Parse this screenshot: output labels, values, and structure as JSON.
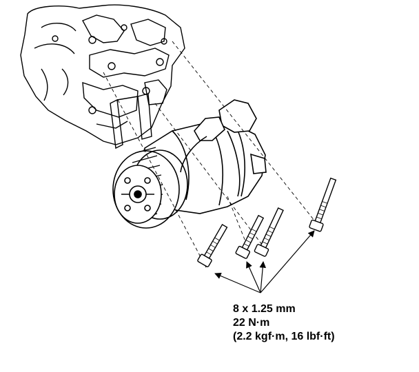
{
  "spec": {
    "bolt_size": "8 x 1.25 mm",
    "torque_nm": "22 N·m",
    "torque_alt": "(2.2 kgf·m, 16 lbf·ft)"
  },
  "colors": {
    "ink": "#000000",
    "paper": "#ffffff"
  },
  "icons": [
    "engine-block",
    "ac-compressor",
    "pulley-clutch",
    "mounting-bolt",
    "leader-arrow"
  ]
}
